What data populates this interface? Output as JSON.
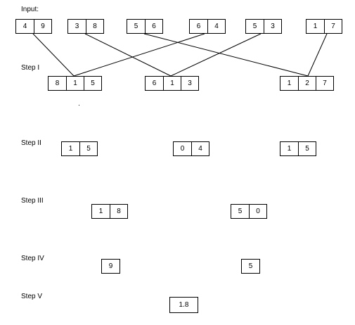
{
  "labels": {
    "input": "Input:",
    "step1": "Step I",
    "step2": "Step II",
    "step3": "Step III",
    "step4": "Step IV",
    "step5": "Step V"
  },
  "input_boxes": [
    [
      "4",
      "9"
    ],
    [
      "3",
      "8"
    ],
    [
      "5",
      "6"
    ],
    [
      "6",
      "4"
    ],
    [
      "5",
      "3"
    ],
    [
      "1",
      "7"
    ]
  ],
  "step1_boxes": [
    [
      "8",
      "1",
      "5"
    ],
    [
      "6",
      "1",
      "3"
    ],
    [
      "1",
      "2",
      "7"
    ]
  ],
  "step2_boxes": [
    [
      "1",
      "5"
    ],
    [
      "0",
      "4"
    ],
    [
      "1",
      "5"
    ]
  ],
  "step3_boxes": [
    [
      "1",
      "8"
    ],
    [
      "5",
      "0"
    ]
  ],
  "step4_boxes": [
    [
      "9"
    ],
    [
      "5"
    ]
  ],
  "step5_boxes": [
    [
      "1.8"
    ]
  ]
}
